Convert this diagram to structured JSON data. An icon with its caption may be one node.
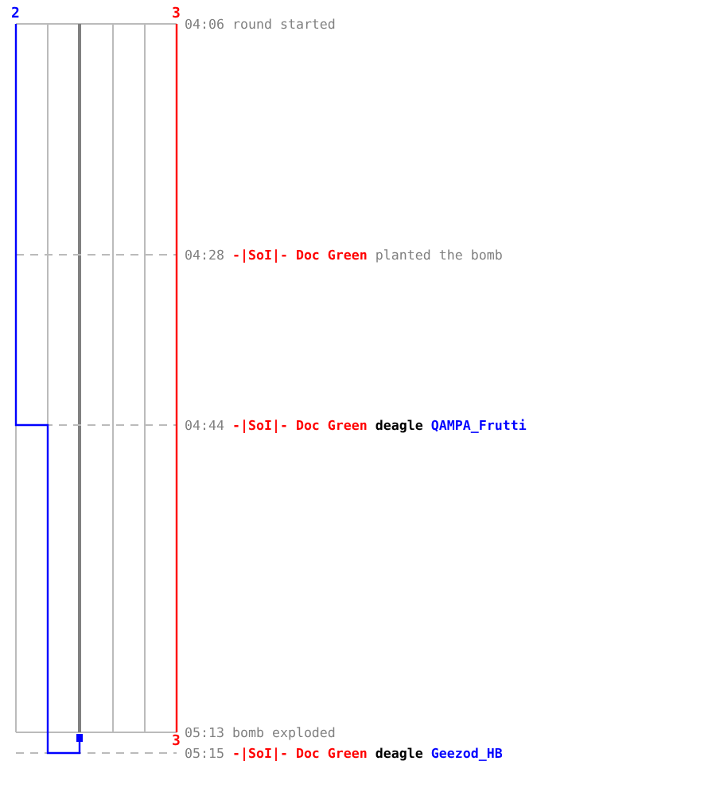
{
  "diagram": {
    "labels": [
      "2",
      "3",
      "04:06",
      "round started",
      "04:28",
      "-|SoI|- Doc Green",
      "planted the bomb",
      "04:44",
      "-|SoI|- Doc Green",
      "deagle",
      "QAMPA_Frutti",
      "05:13",
      "bomb exploded",
      "3",
      "05:15",
      "-|SoI|- Doc Green",
      "deagle",
      "Geezod_HB"
    ]
  }
}
